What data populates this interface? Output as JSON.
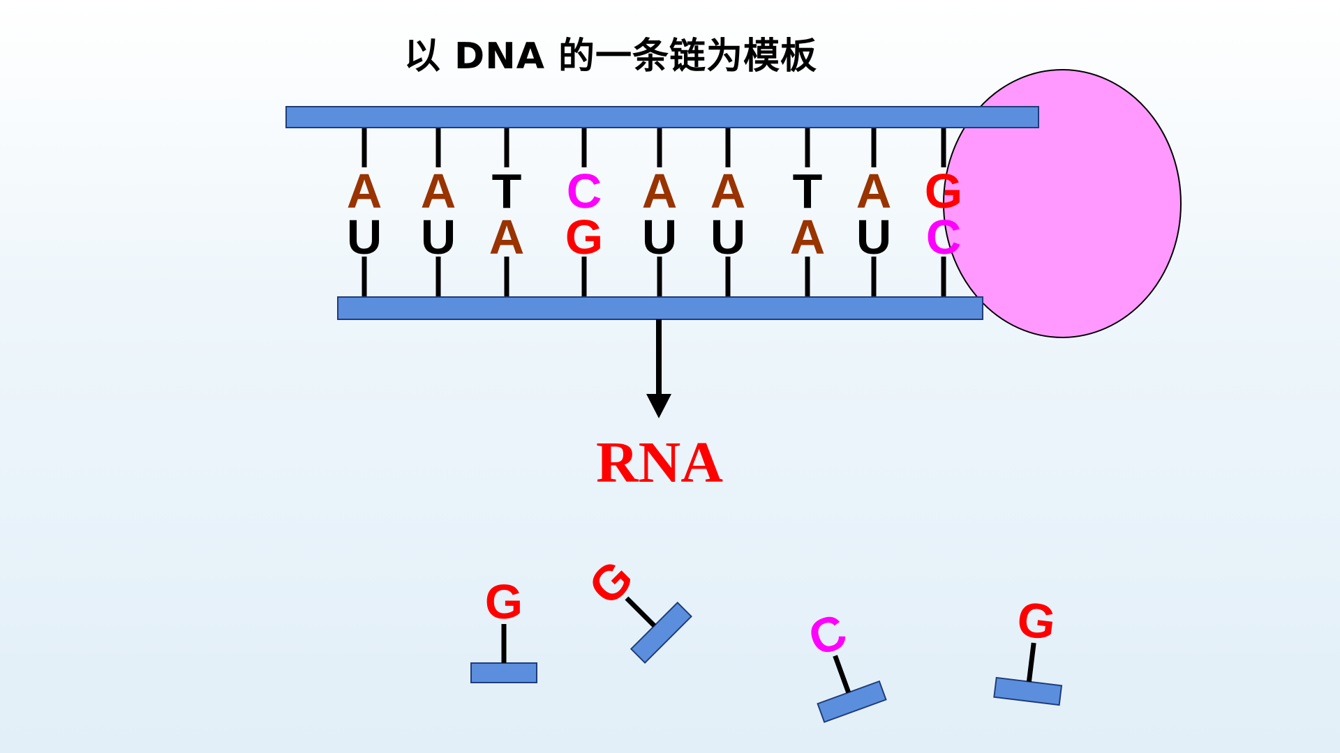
{
  "title": "以 DNA 的一条链为模板",
  "product_label": "RNA",
  "colors": {
    "strand": "#5b8fde",
    "strand_border": "#1f3c7a",
    "enzyme": "#ff99ff",
    "A": "#993300",
    "T": "#000000",
    "U": "#000000",
    "C": "#ff00ff",
    "G": "#ff0000"
  },
  "template_bases": [
    "A",
    "A",
    "T",
    "C",
    "A",
    "A",
    "T",
    "A",
    "G"
  ],
  "paired_bases": [
    "U",
    "U",
    "A",
    "G",
    "U",
    "U",
    "A",
    "U",
    "C"
  ],
  "free_nucleotides": [
    "G",
    "G",
    "C",
    "G"
  ]
}
